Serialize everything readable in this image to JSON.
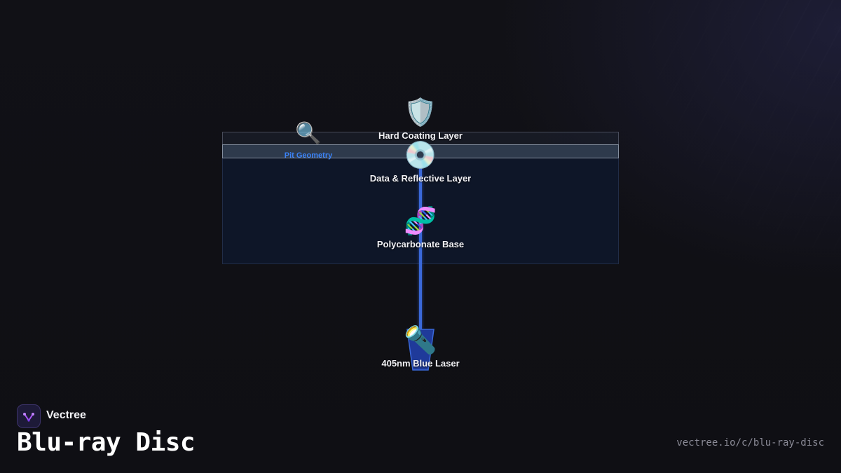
{
  "diagram": {
    "components": [
      {
        "id": "hard-coating-layer",
        "icon": "shield-icon",
        "glyph": "🛡️",
        "label": "Hard Coating Layer"
      },
      {
        "id": "data-reflective-layer",
        "icon": "disc-icon",
        "glyph": "💿",
        "label": "Data & Reflective Layer"
      },
      {
        "id": "polycarbonate-base",
        "icon": "dna-icon",
        "glyph": "🧬",
        "label": "Polycarbonate Base"
      },
      {
        "id": "blue-laser",
        "icon": "flashlight-icon",
        "glyph": "🔦",
        "label": "405nm Blue Laser"
      }
    ],
    "callout": {
      "icon": "magnifier-icon",
      "glyph": "🔍",
      "label": "Pit Geometry"
    },
    "colors": {
      "laser_beam": "#3a68d8",
      "callout_text": "#3b82f6",
      "base_layer": "#0e1628",
      "data_layer": "#2e3a4c"
    }
  },
  "brand": {
    "name": "Vectree",
    "title": "Blu-ray Disc",
    "url": "vectree.io/c/blu-ray-disc",
    "logo_color": "#a855f7"
  }
}
